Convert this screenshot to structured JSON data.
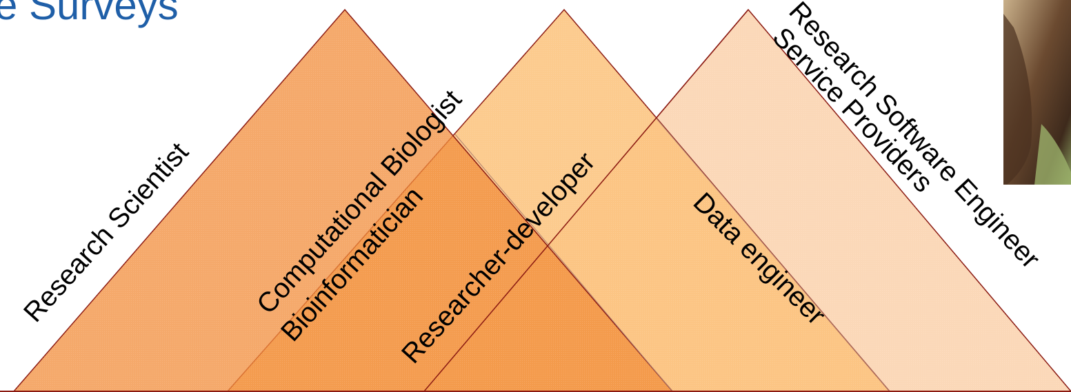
{
  "slide": {
    "title_fragment": "e Surveys"
  },
  "roles": {
    "research_scientist": "Research Scientist",
    "computational_biologist": "Computational Biologist",
    "bioinformatician": "Bioinformatician",
    "researcher_developer": "Researcher-developer",
    "data_engineer": "Data engineer",
    "service_providers": "Service Providers",
    "research_software_engineer": "Research Software Engineer"
  },
  "colors": {
    "triangle_left": "#f5a36a",
    "triangle_middle": "#fcc27a",
    "triangle_right": "#fbd8b8",
    "outline": "#8b1a12",
    "title": "#1f5fa8"
  },
  "photo": {
    "icon": "person-photo-icon"
  }
}
